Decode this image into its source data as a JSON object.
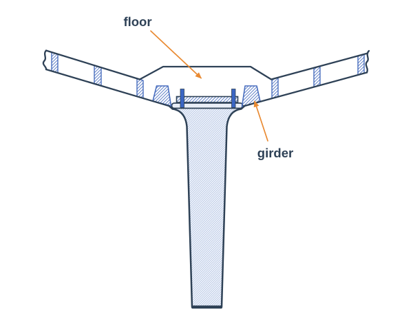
{
  "diagram": {
    "type": "bridge-cross-section",
    "labels": {
      "floor": "floor",
      "girder": "girder"
    },
    "colors": {
      "background": "#ffffff",
      "outline": "#2e4156",
      "structure-blue": "#4a6fbf",
      "hatch-blue": "#6484c8",
      "hatch-light": "#aabde1",
      "bolt-blue": "#3b66c4",
      "pad-fill": "#e9eef7",
      "arrow-orange": "#e98a32",
      "label-text": "#2e4156"
    }
  }
}
